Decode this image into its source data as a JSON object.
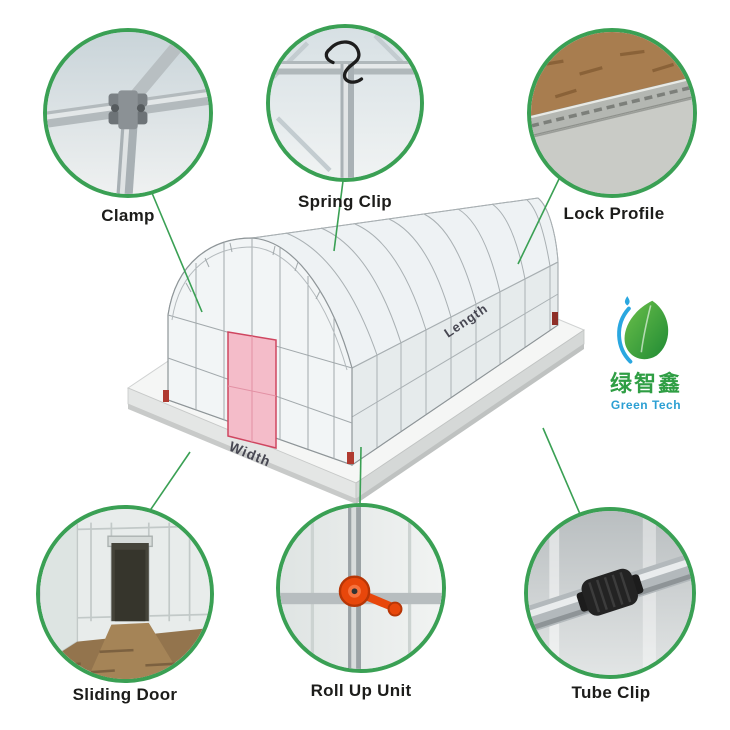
{
  "callouts": [
    {
      "id": "clamp",
      "label": "Clamp",
      "photo_icon": "clamp-photo"
    },
    {
      "id": "spring-clip",
      "label": "Spring Clip",
      "photo_icon": "spring-clip-photo"
    },
    {
      "id": "lock-profile",
      "label": "Lock Profile",
      "photo_icon": "lock-profile-photo"
    },
    {
      "id": "sliding-door",
      "label": "Sliding Door",
      "photo_icon": "sliding-door-photo"
    },
    {
      "id": "roll-up-unit",
      "label": "Roll Up Unit",
      "photo_icon": "roll-up-unit-photo"
    },
    {
      "id": "tube-clip",
      "label": "Tube Clip",
      "photo_icon": "tube-clip-photo"
    }
  ],
  "greenhouse": {
    "width_label": "Width",
    "length_label": "Length"
  },
  "logo": {
    "chinese": "绿智鑫",
    "english": "Green Tech"
  },
  "colors": {
    "accent_green": "#3aa054",
    "logo_green": "#2f9e44",
    "logo_blue": "#2b9fd3",
    "door_pink": "#f4bcc9"
  }
}
